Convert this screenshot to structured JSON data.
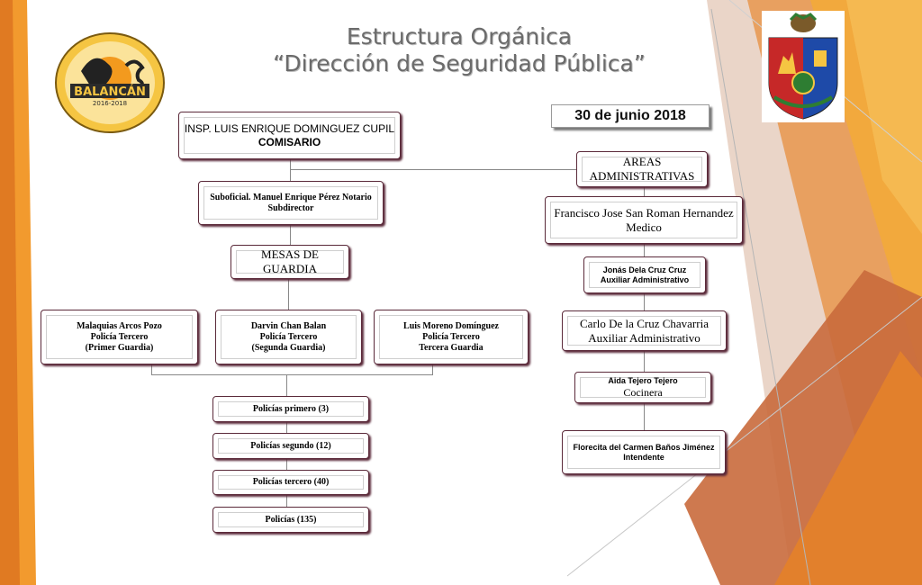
{
  "title": {
    "line1": "Estructura Orgánica",
    "line2": "“Dirección de Seguridad Pública”"
  },
  "date": "30 de junio 2018",
  "logo_left": {
    "text_main": "BALANCÁN",
    "text_years": "2016-2018"
  },
  "nodes": {
    "comisario": {
      "name": "INSP. LUIS ENRIQUE DOMINGUEZ CUPIL",
      "role": "COMISARIO"
    },
    "subdirector": {
      "name": "Suboficial. Manuel Enrique Pérez Notario",
      "role": "Subdirector"
    },
    "mesas": {
      "line1": "MESAS DE",
      "line2": "GUARDIA"
    },
    "guardia1": {
      "name": "Malaquias Arcos Pozo",
      "rank": "Policía Tercero",
      "shift": "(Primer Guardia)"
    },
    "guardia2": {
      "name": "Darvin Chan Balan",
      "rank": "Policía Tercero",
      "shift": "(Segunda Guardia)"
    },
    "guardia3": {
      "name": "Luis Moreno Domínguez",
      "rank": "Policía Tercero",
      "shift": "Tercera Guardia"
    },
    "pol1": "Policías primero (3)",
    "pol2": "Policías segundo (12)",
    "pol3": "Policías tercero (40)",
    "pol4": "Policías (135)",
    "areas": {
      "line1": "AREAS",
      "line2": "ADMINISTRATIVAS"
    },
    "medico": {
      "name": "Francisco Jose San Roman Hernandez",
      "role": "Medico"
    },
    "aux1": {
      "name": "Jonás Dela Cruz Cruz",
      "role": "Auxiliar Administrativo"
    },
    "aux2": {
      "name": "Carlo De la Cruz Chavarria",
      "role": "Auxiliar Administrativo"
    },
    "cocinera": {
      "name": "Aida Tejero Tejero",
      "role": "Cocinera"
    },
    "intendente": {
      "name": "Florecita del Carmen Baños Jiménez",
      "role": "Intendente"
    }
  },
  "colors": {
    "accent_orange": "#e8862a",
    "dark_orange": "#c0502a",
    "box_border": "#5b2a3a",
    "title_gray": "#6b6b6b"
  }
}
